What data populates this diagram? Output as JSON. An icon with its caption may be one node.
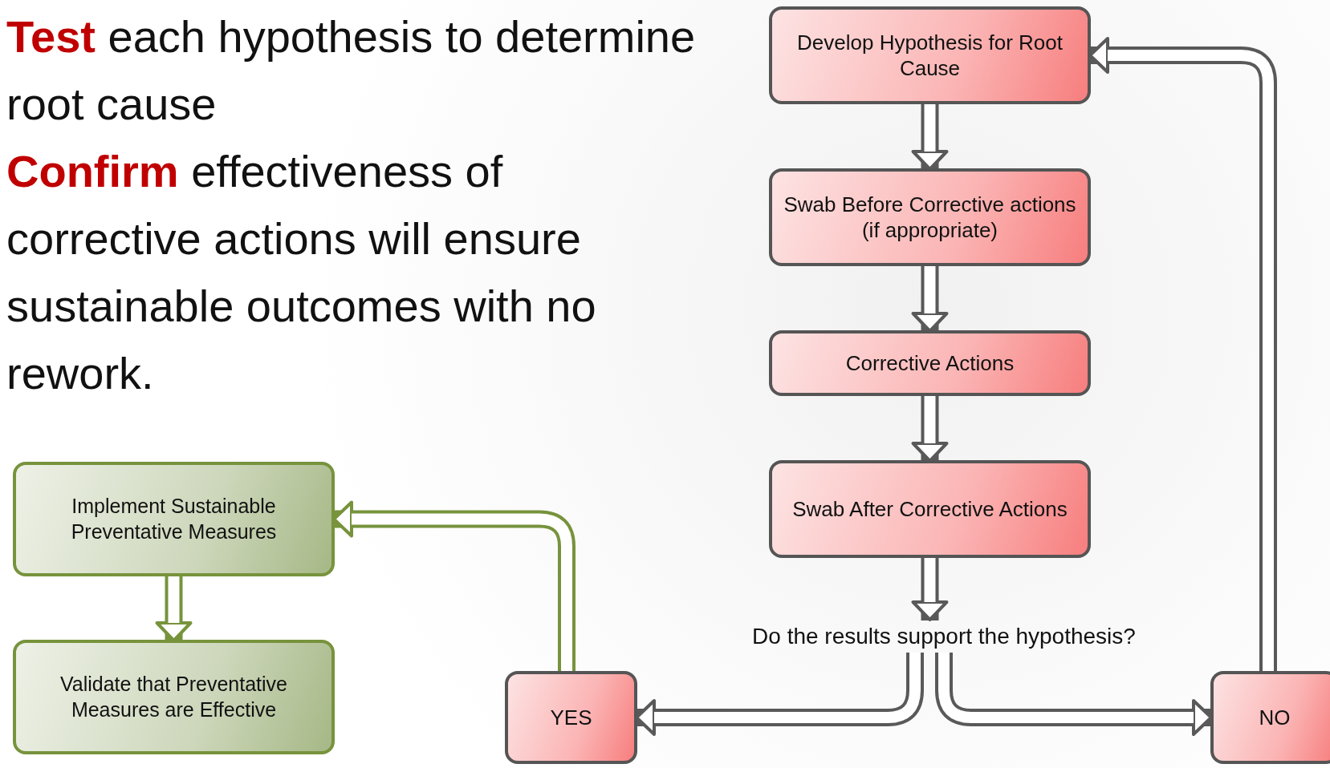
{
  "diagram": {
    "nodes": [
      {
        "text": [
          "Develop Hypothesis for Root Cause"
        ]
      },
      {
        "text": [
          "Swab Before Corrective actions (if appropriate)"
        ]
      },
      {
        "text": [
          "Corrective Actions"
        ]
      },
      {
        "text": [
          "Swab After Corrective Actions"
        ]
      },
      {
        "text": [
          "Do the results support the hypothesis?"
        ]
      },
      {
        "text": [
          "YES"
        ]
      },
      {
        "text": [
          "NO"
        ]
      },
      {
        "text": [
          "Implement Sustainable Preventative Measures"
        ]
      },
      {
        "text": [
          "Validate that Preventative Measures are Effective"
        ]
      }
    ],
    "edges": [
      {
        "from": 0,
        "to": 1,
        "arrow": "to"
      },
      {
        "from": 1,
        "to": 2,
        "arrow": "to"
      },
      {
        "from": 2,
        "to": 3,
        "arrow": "to"
      },
      {
        "from": 3,
        "to": 4,
        "arrow": "to"
      },
      {
        "from": 4,
        "to": 5,
        "arrow": "to"
      },
      {
        "from": 4,
        "to": 6,
        "arrow": "to"
      },
      {
        "from": 6,
        "to": 0,
        "arrow": "to"
      },
      {
        "from": 5,
        "to": 7,
        "arrow": "to",
        "color": "#77933c"
      },
      {
        "from": 7,
        "to": 8,
        "arrow": "to",
        "color": "#77933c"
      }
    ],
    "labels": [
      "**Test** each hypothesis to determine root cause",
      "**Confirm** effectiveness of corrective actions will ensure sustainable outcomes with no rework."
    ]
  }
}
